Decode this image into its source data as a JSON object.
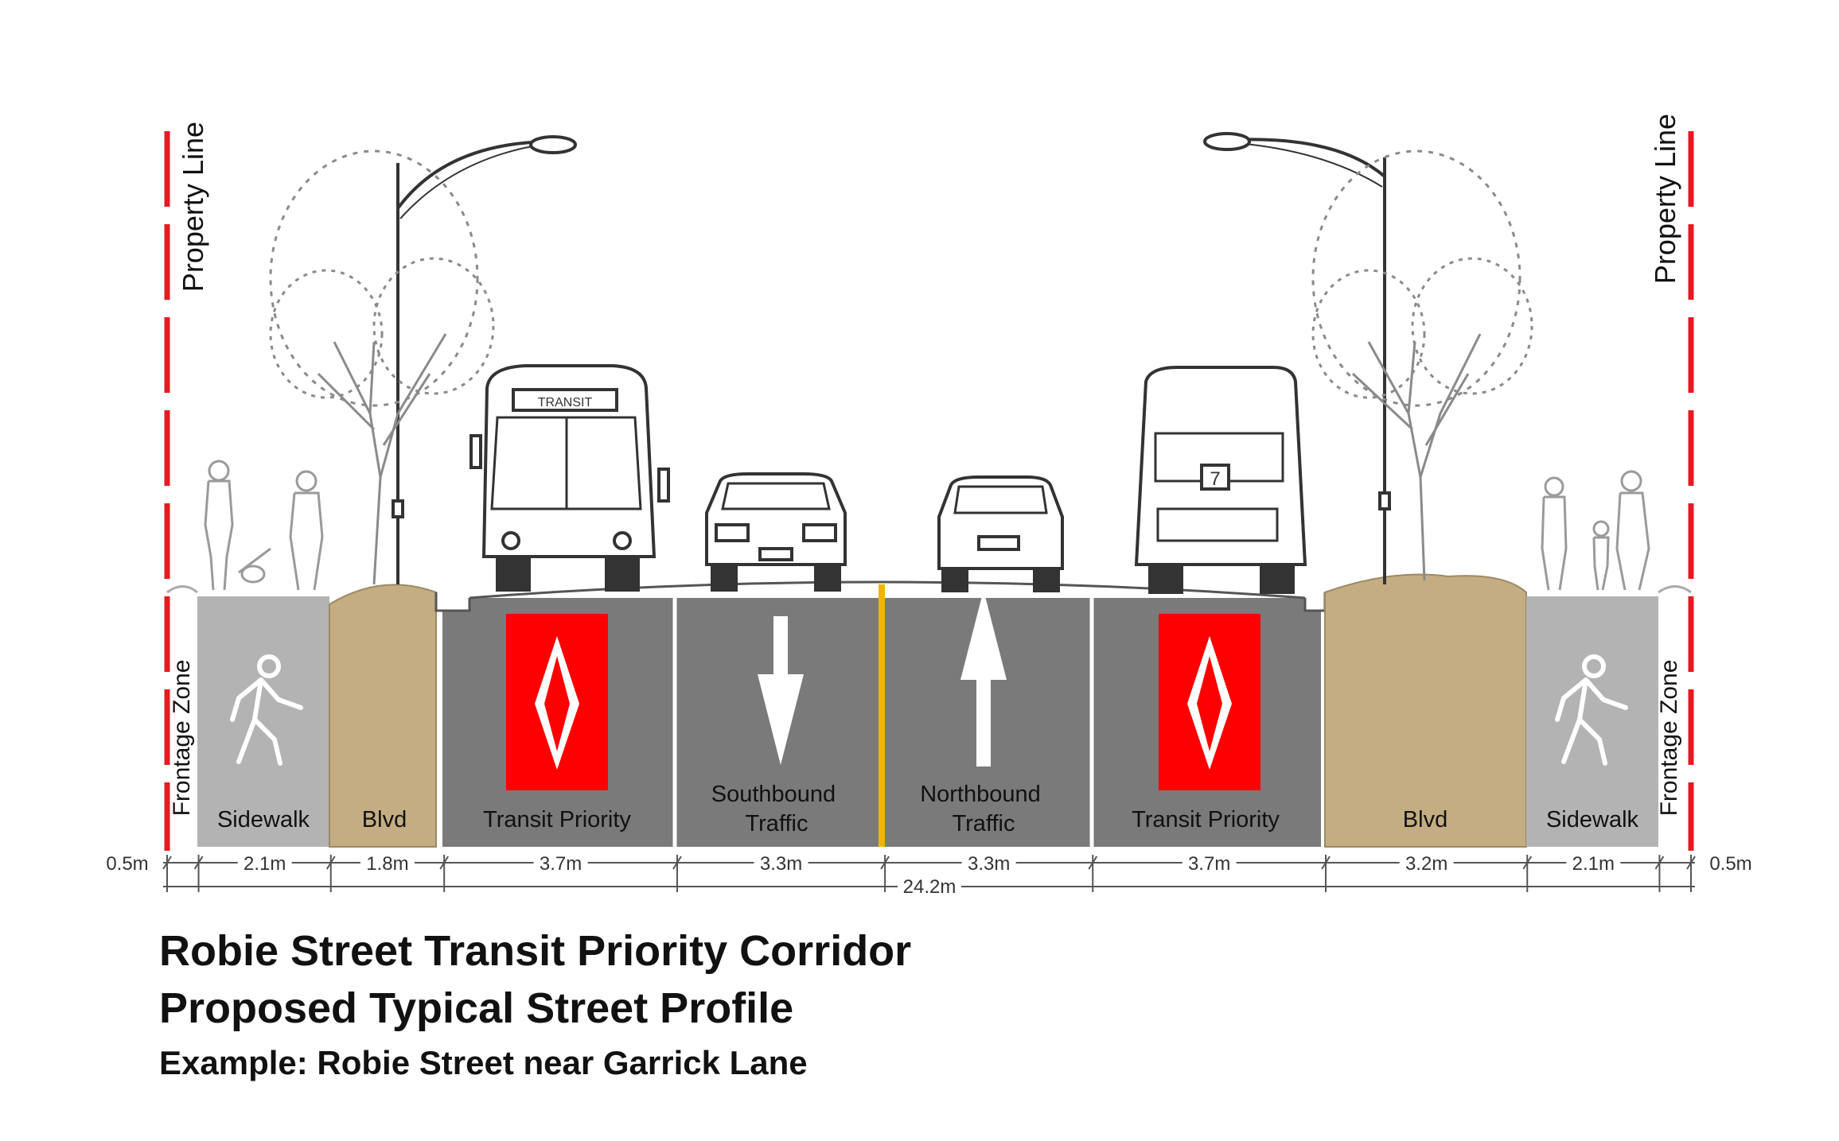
{
  "labels": {
    "property_line_left": "Property Line",
    "property_line_right": "Property Line",
    "frontage_left": "Frontage Zone",
    "frontage_right": "Frontage Zone",
    "transit_sign": "TRANSIT",
    "bus_route_number": "7"
  },
  "segments": [
    {
      "key": "frontage-left",
      "label": "",
      "width_m": 0.5,
      "dim": "0.5m"
    },
    {
      "key": "sidewalk-left",
      "label": "Sidewalk",
      "width_m": 2.1,
      "dim": "2.1m"
    },
    {
      "key": "blvd-left",
      "label": "Blvd",
      "width_m": 1.8,
      "dim": "1.8m"
    },
    {
      "key": "transit-left",
      "label": "Transit Priority",
      "width_m": 3.7,
      "dim": "3.7m"
    },
    {
      "key": "southbound",
      "label": "Southbound\nTraffic",
      "width_m": 3.3,
      "dim": "3.3m"
    },
    {
      "key": "northbound",
      "label": "Northbound\nTraffic",
      "width_m": 3.3,
      "dim": "3.3m"
    },
    {
      "key": "transit-right",
      "label": "Transit Priority",
      "width_m": 3.7,
      "dim": "3.7m"
    },
    {
      "key": "blvd-right",
      "label": "Blvd",
      "width_m": 3.2,
      "dim": "3.2m"
    },
    {
      "key": "sidewalk-right",
      "label": "Sidewalk",
      "width_m": 2.1,
      "dim": "2.1m"
    },
    {
      "key": "frontage-right",
      "label": "",
      "width_m": 0.5,
      "dim": "0.5m"
    }
  ],
  "total_dimension": "24.2m",
  "colors": {
    "property_line": "#e31b23",
    "sidewalk": "#b3b3b3",
    "boulevard": "#c4ad82",
    "roadway": "#7a7a7a",
    "transit_marking": "#ff0000",
    "centerline": "#f2b400",
    "lane_line": "#ffffff"
  },
  "title": {
    "line1": "Robie Street Transit Priority Corridor",
    "line2": "Proposed Typical Street Profile",
    "line3": "Example: Robie Street near Garrick Lane"
  }
}
